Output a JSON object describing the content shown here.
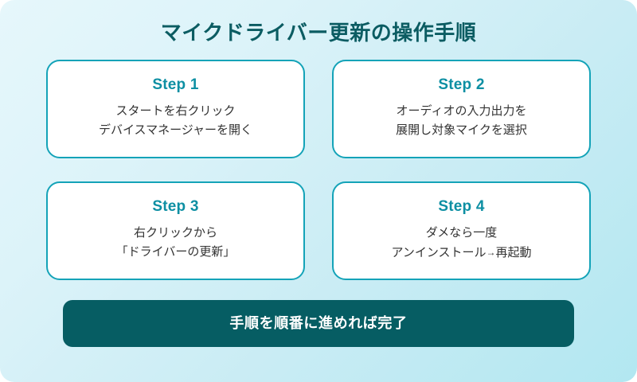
{
  "poster": {
    "title": "マイクドライバー更新の操作手順",
    "colors": {
      "background_start": "#e6f7fb",
      "background_end": "#b2e7f1",
      "title_text": "#0b5c62",
      "card_border": "#14a3b8",
      "card_background": "#ffffff",
      "step_heading": "#0d8fa3",
      "body_text": "#333333",
      "footer_background": "#065d63",
      "footer_text": "#ffffff"
    }
  },
  "steps": [
    {
      "heading": "Step 1",
      "line1": "スタートを右クリック",
      "line2": "デバイスマネージャーを開く",
      "body": "スタートを右クリック\nデバイスマネージャーを開く"
    },
    {
      "heading": "Step 2",
      "line1": "オーディオの入力出力を",
      "line2": "展開し対象マイクを選択",
      "body": "オーディオの入力出力を\n展開し対象マイクを選択"
    },
    {
      "heading": "Step 3",
      "line1": "右クリックから",
      "line2": "「ドライバーの更新」",
      "body": "右クリックから\n「ドライバーの更新」"
    },
    {
      "heading": "Step 4",
      "line1": "ダメなら一度",
      "line2_before_arrow": "アンインストール",
      "arrow": "→",
      "line2_after_arrow": "再起動"
    }
  ],
  "footer": {
    "text": "手順を順番に進めれば完了"
  }
}
